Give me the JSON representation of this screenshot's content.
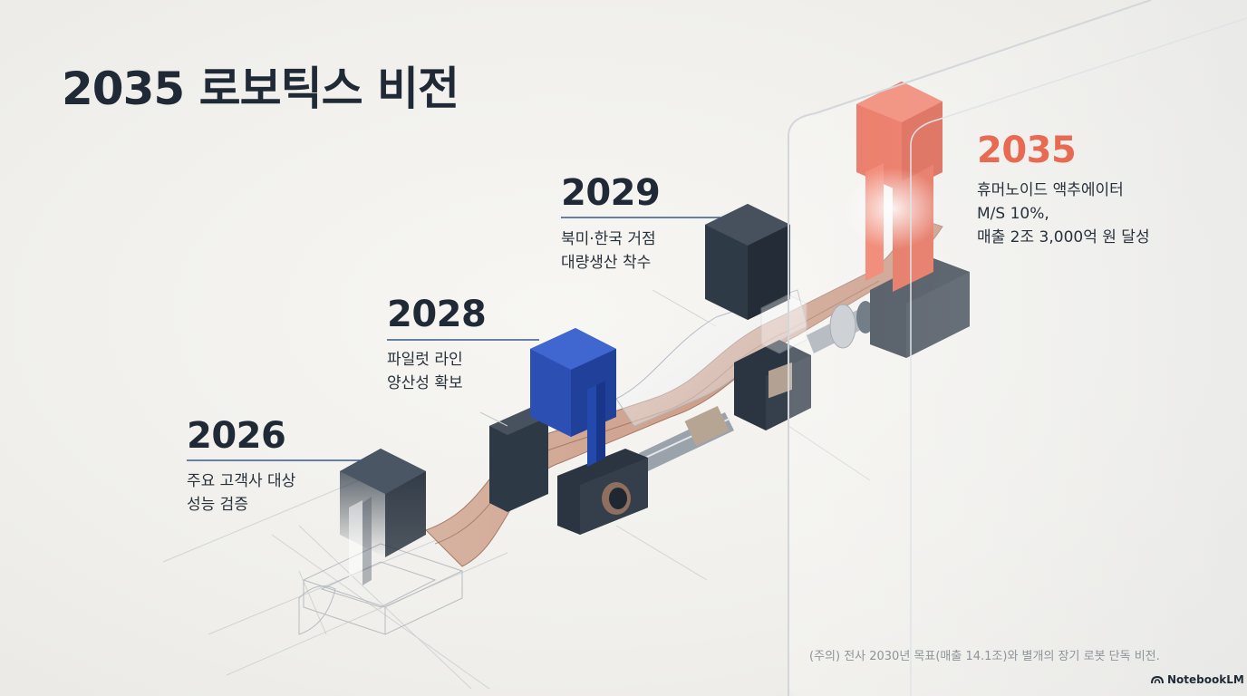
{
  "title": "2035 로보틱스 비전",
  "milestones": [
    {
      "year": "2026",
      "lines": [
        "주요 고객사 대상",
        "성능 검증"
      ]
    },
    {
      "year": "2028",
      "lines": [
        "파일럿 라인",
        "양산성 확보"
      ]
    },
    {
      "year": "2029",
      "lines": [
        "북미·한국 거점",
        "대량생산 착수"
      ]
    },
    {
      "year": "2035",
      "lines": [
        "휴머노이드 액추에이터",
        "M/S 10%,",
        "매출 2조 3,000억 원 달성"
      ]
    }
  ],
  "footnote": "(주의) 전사 2030년 목표(매출 14.1조)와 별개의 장기 로봇 단독 비전.",
  "brand": "NotebookLM",
  "colors": {
    "navy": "#1f2a36",
    "accent": "#e86a52",
    "blue": "#2b4fb3",
    "belt": "#c99a85"
  }
}
